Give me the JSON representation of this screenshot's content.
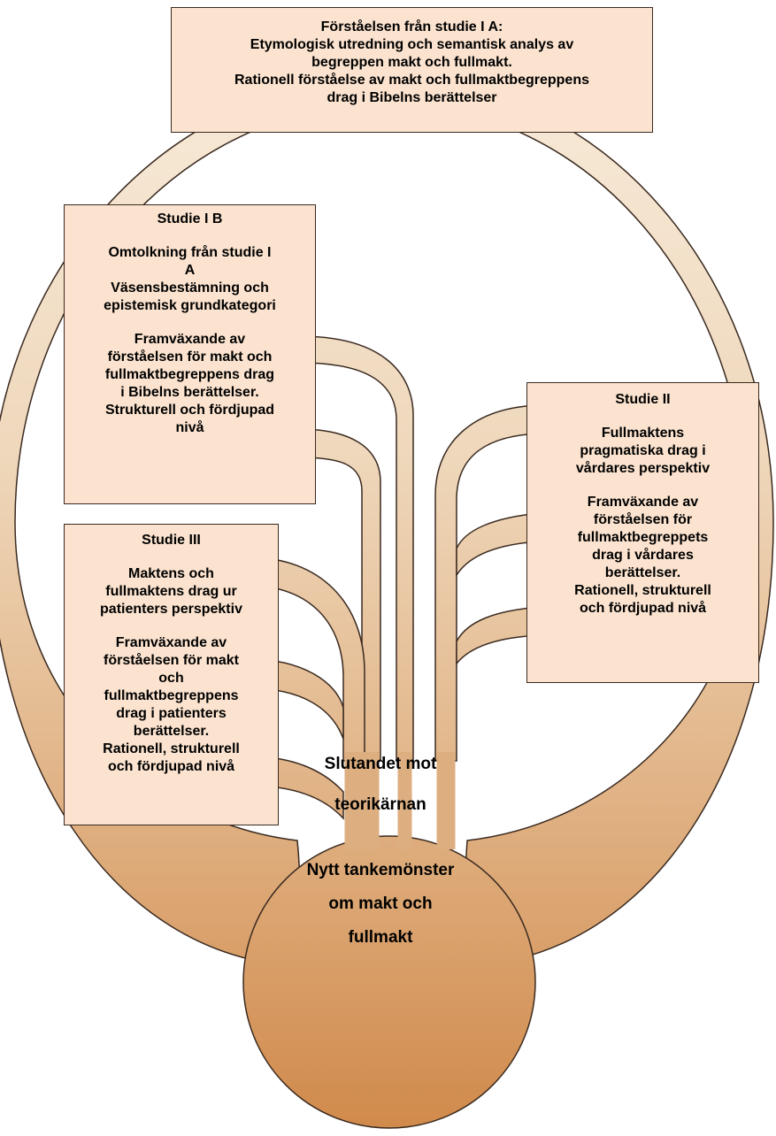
{
  "colors": {
    "box_fill": "#fbe3cf",
    "tree_light": "#f2dcc0",
    "tree_dark": "#d0894a",
    "outline": "#3a2a20"
  },
  "top_box": {
    "lines": [
      "Förståelsen från studie I A:",
      "Etymologisk utredning och semantisk analys av",
      "begreppen makt och fullmakt.",
      "Rationell förståelse av makt och fullmaktbegreppens",
      "drag i Bibelns berättelser"
    ]
  },
  "study_1b": {
    "title": "Studie I B",
    "heading": "Omtolkning från studie I\nA\nVäsensbestämning och\nepistemisk grundkategori",
    "body": "Framväxande av\nförståelsen för makt och\nfullmaktbegreppens drag\ni Bibelns berättelser.\nStrukturell och fördjupad\nnivå"
  },
  "study_2": {
    "title": "Studie II",
    "heading": "Fullmaktens\npragmatiska drag i\nvårdares perspektiv",
    "body": "Framväxande av\nförståelsen för\nfullmaktbegreppets\ndrag i vårdares\nberättelser.\nRationell, strukturell\noch fördjupad nivå"
  },
  "study_3": {
    "title": "Studie III",
    "heading": "Maktens och\nfullmaktens drag ur\npatienters perspektiv",
    "body": "Framväxande av\nförståelsen för makt\noch\nfullmaktbegreppens\ndrag i patienters\nberättelser.\nRationell, strukturell\noch fördjupad nivå"
  },
  "center": {
    "line1": "Slutandet mot",
    "line2": "teorikärnan",
    "line3": "Nytt tankemönster",
    "line4": "om makt och",
    "line5": "fullmakt"
  }
}
